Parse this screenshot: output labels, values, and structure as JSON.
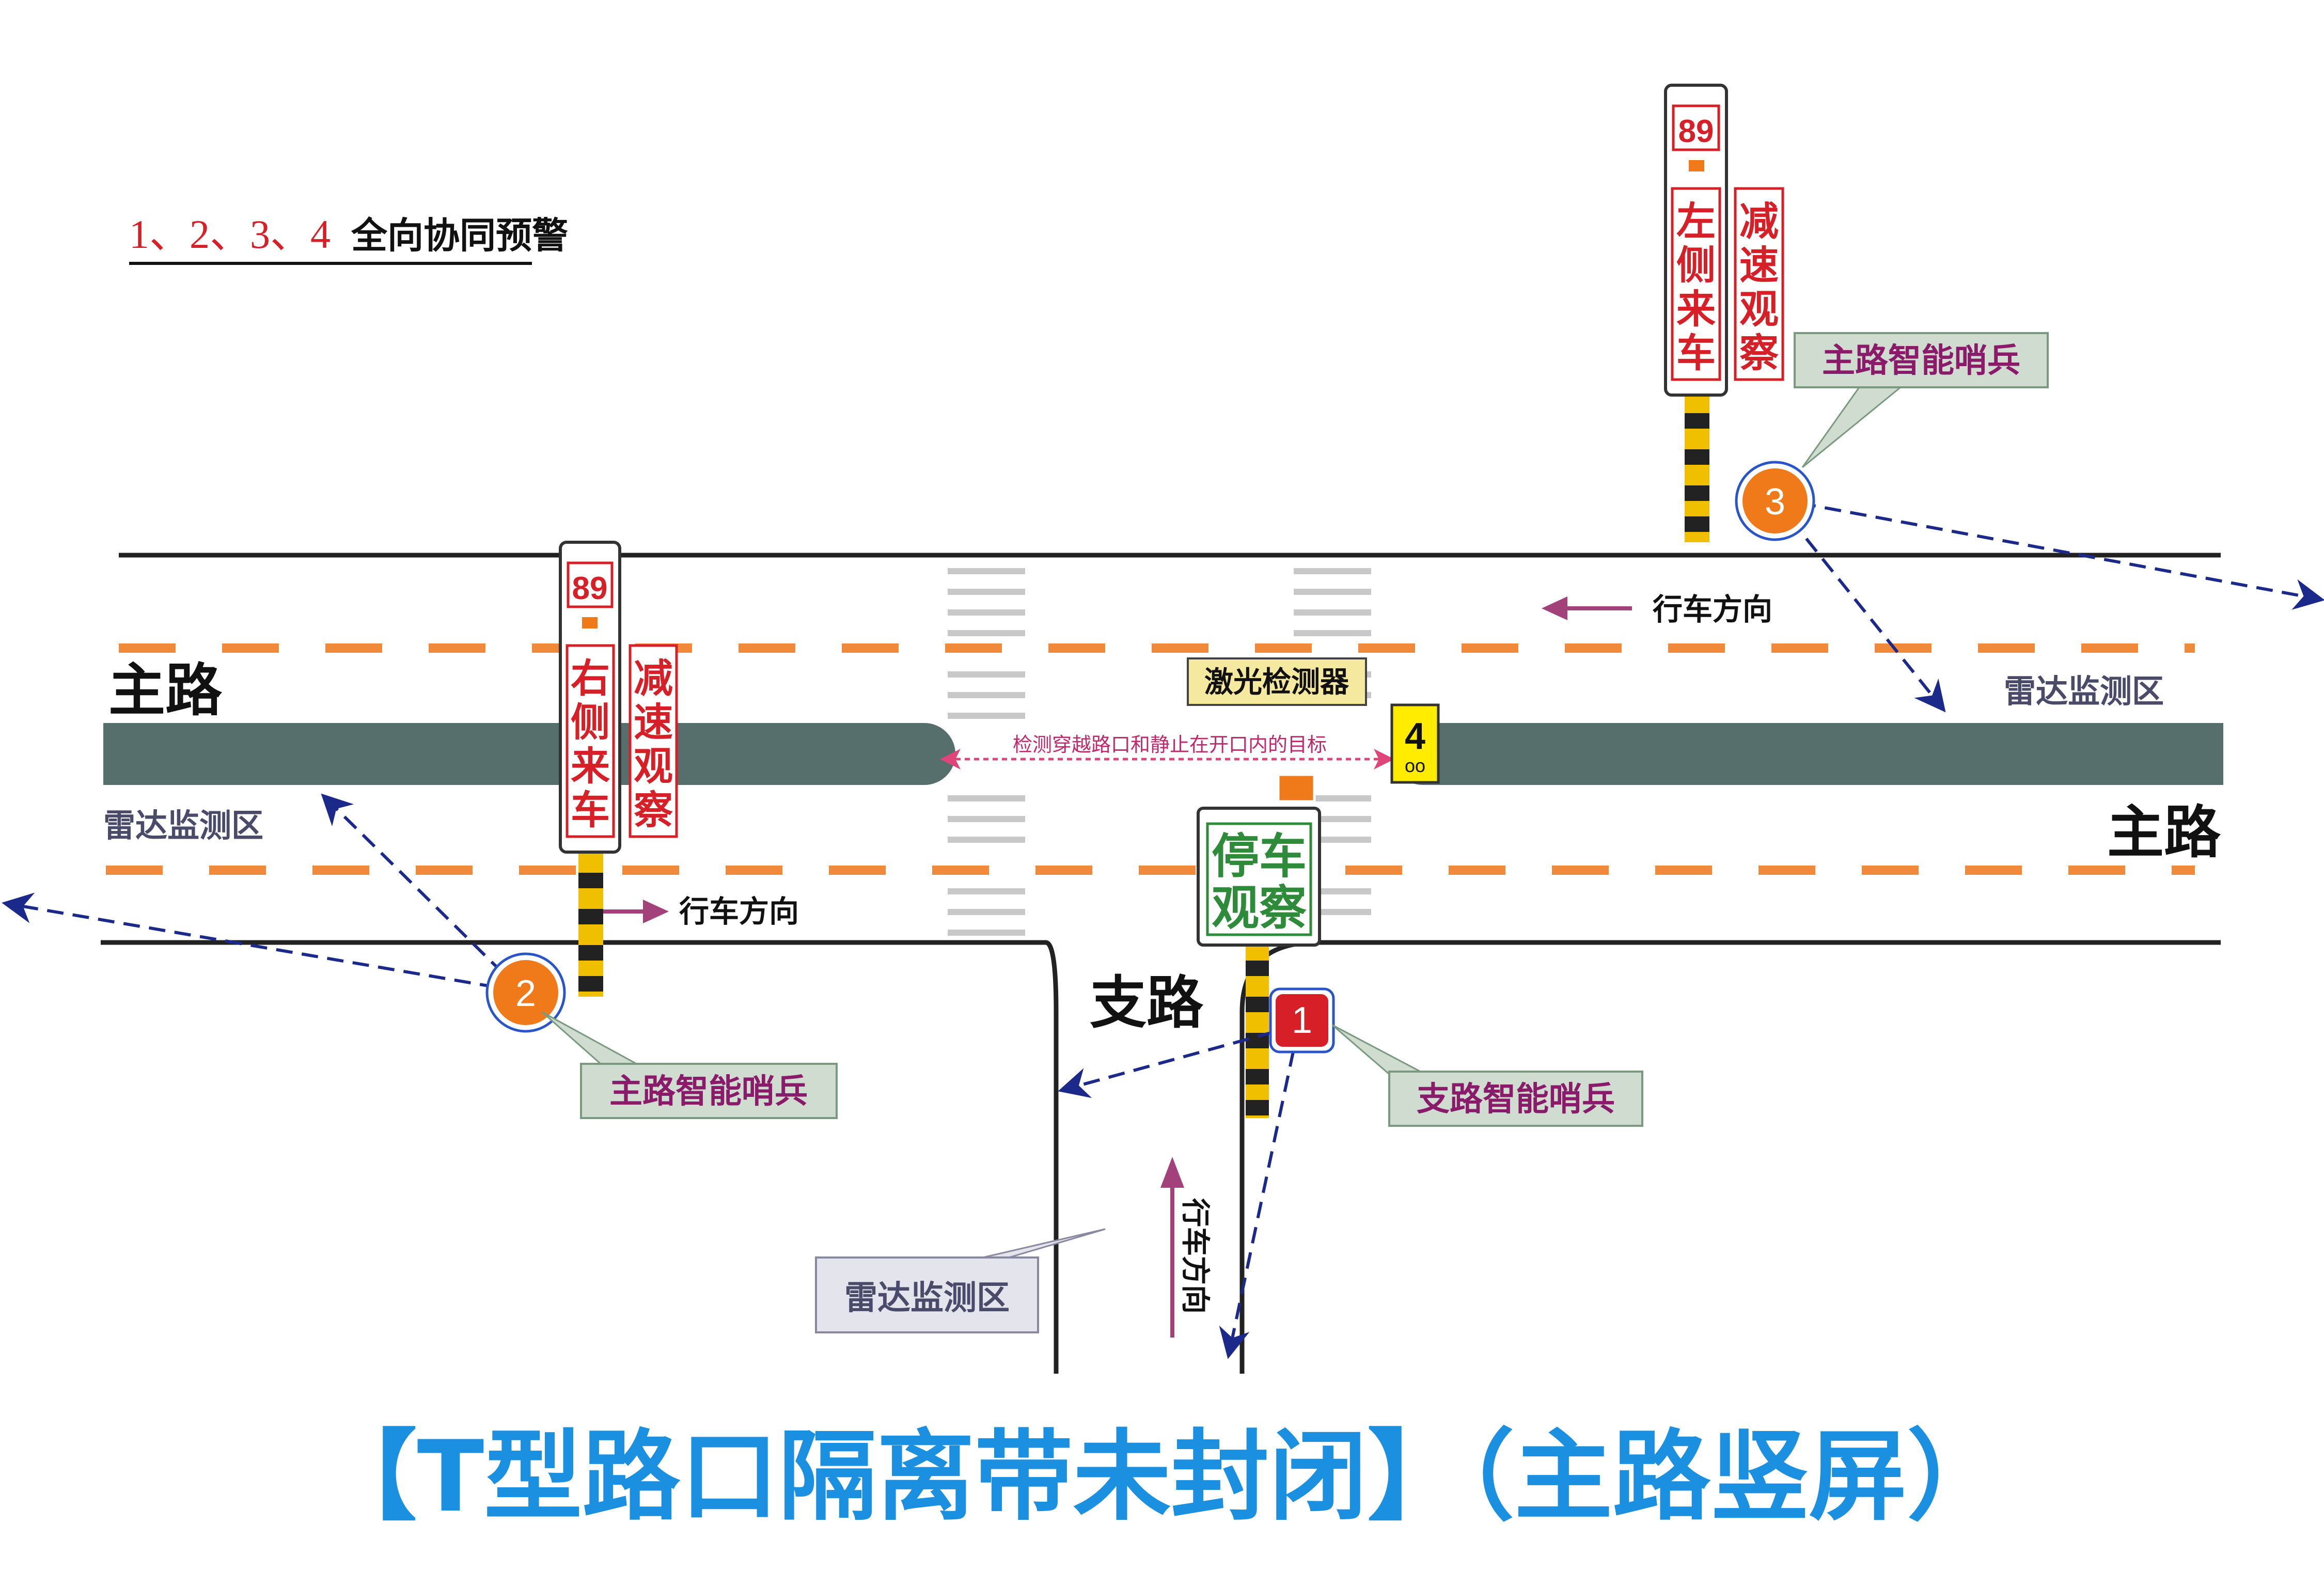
{
  "legend": {
    "numbers_text": "1、2、3、4",
    "label": "全向协同预警"
  },
  "roads": {
    "main_left_label": "主路",
    "main_right_label": "主路",
    "branch_label": "支路"
  },
  "radar_zones": {
    "left": "雷达监测区",
    "right": "雷达监测区",
    "branch": "雷达监测区"
  },
  "directions": {
    "upper_lane": "行车方向",
    "lower_lane": "行车方向",
    "branch_lane": "行车方向"
  },
  "laser": {
    "label": "激光检测器",
    "note": "检测穿越路口和静止在开口内的目标",
    "number": "4",
    "dots": "oo"
  },
  "sign_left": {
    "speed": "89",
    "main": "右侧来车",
    "side": "减速观察"
  },
  "sign_right": {
    "speed": "89",
    "main": "左侧来车",
    "side": "减速观察"
  },
  "sign_branch": {
    "main_line1": "停车",
    "main_line2": "观察"
  },
  "sentinels": {
    "s1": {
      "number": "1",
      "label": "支路智能哨兵"
    },
    "s2": {
      "number": "2",
      "label": "主路智能哨兵"
    },
    "s3": {
      "number": "3",
      "label": "主路智能哨兵"
    }
  },
  "title": "【T型路口隔离带未封闭】（主路竖屏）",
  "colors": {
    "road_line": "#222222",
    "lane_dash": "#f08a3a",
    "median": "#566e6c",
    "crosswalk": "#c8c8c8",
    "arrow_blue": "#1b2a8a",
    "arrow_purple": "#a2417a",
    "sign_red": "#d61f26",
    "sign_green": "#2e8b3a",
    "callout_fill": "#cfdccf",
    "callout_text": "#8a1a6a",
    "title_blue": "#1b8fe0",
    "orange_marker": "#f07a1a",
    "laser_yellow": "#ffec00"
  }
}
